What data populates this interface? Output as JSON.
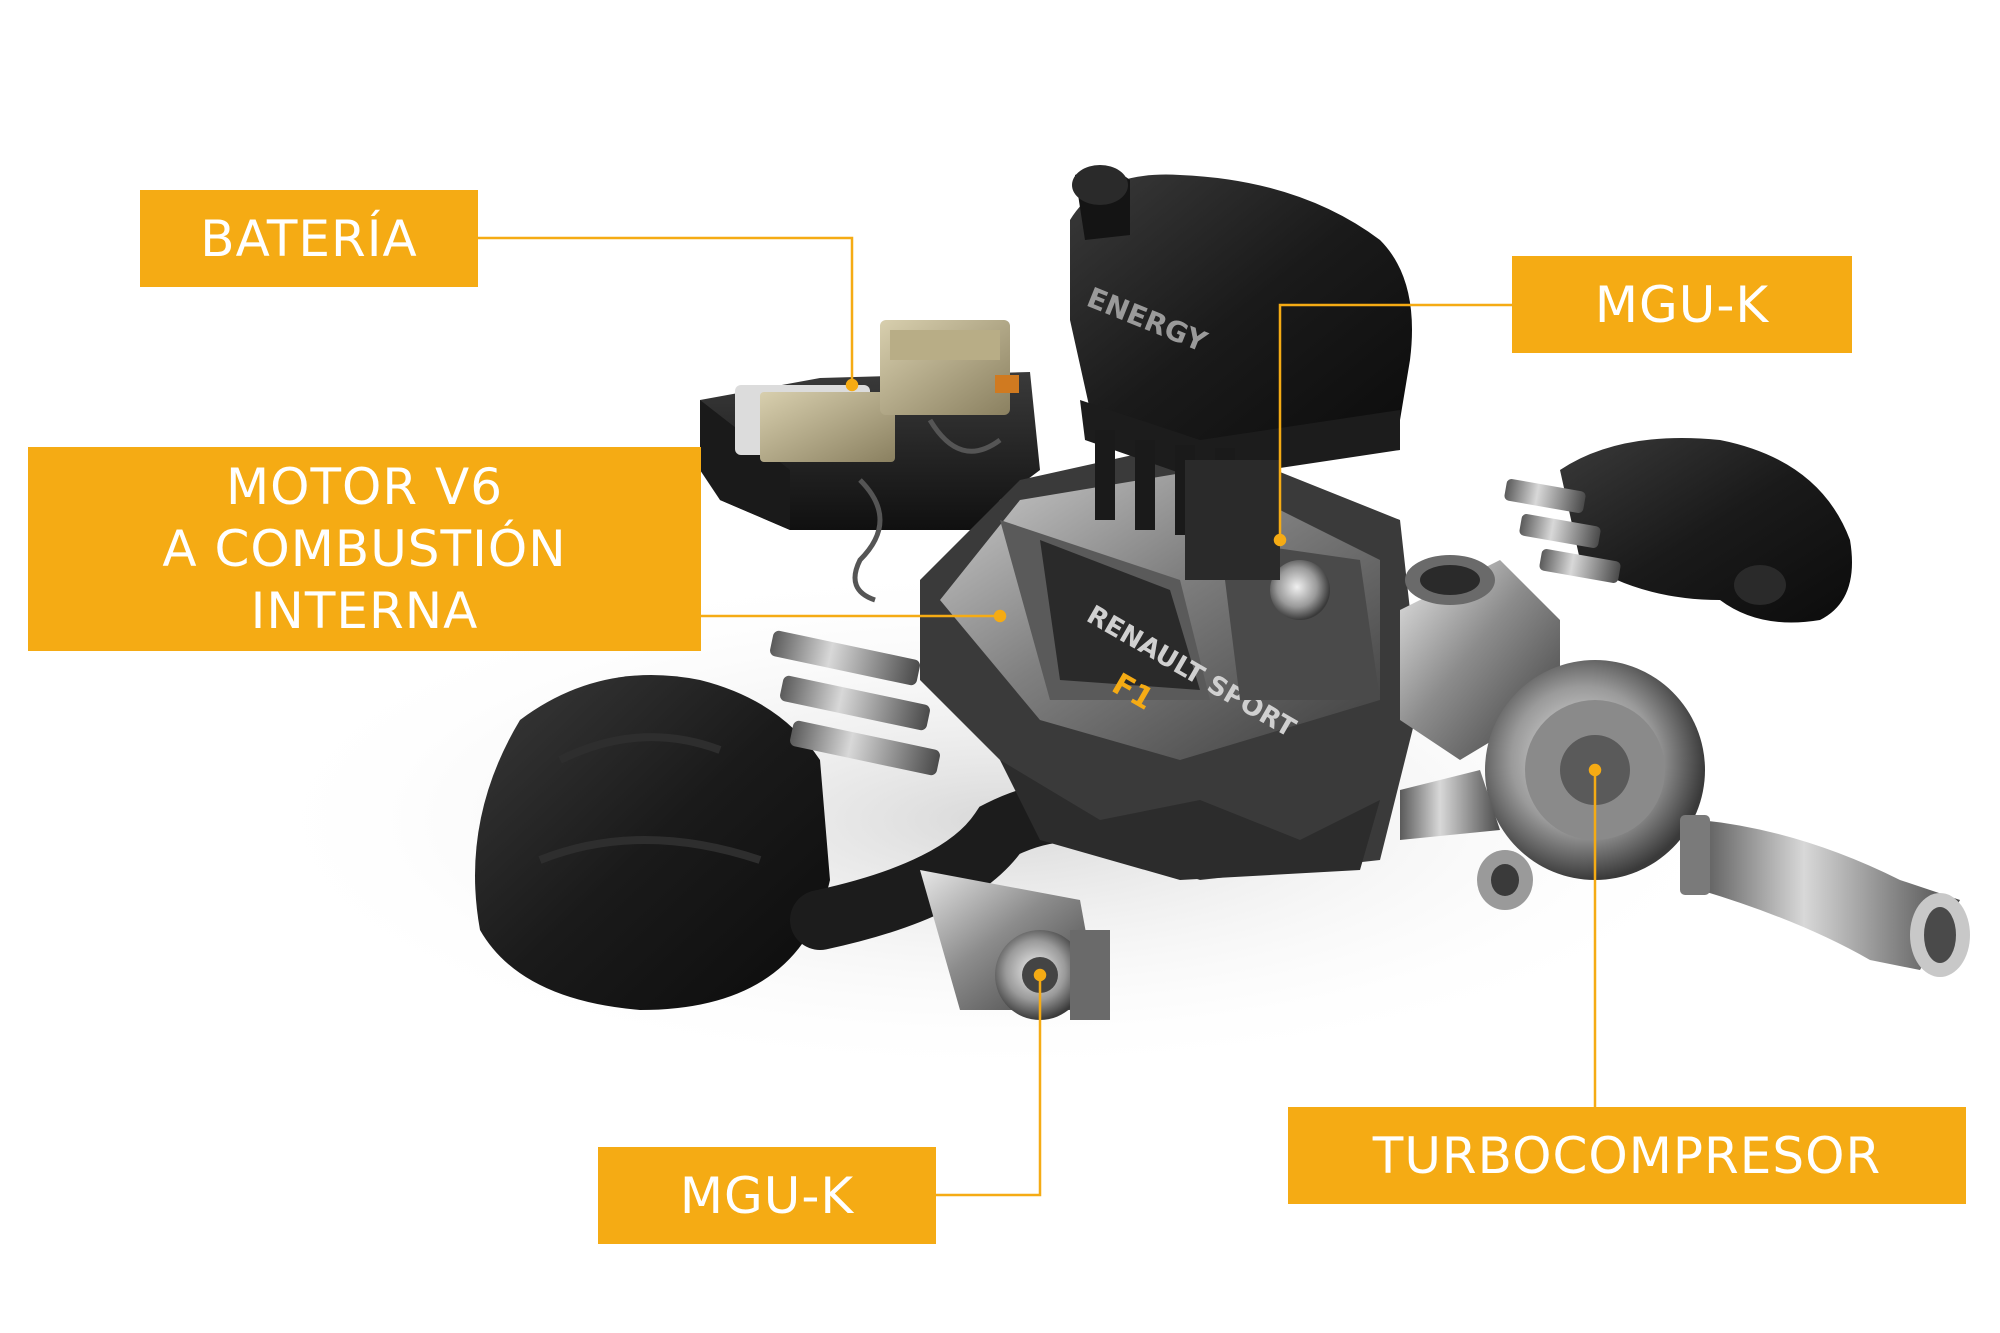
{
  "labels": {
    "bateria": "BATERÍA",
    "motor": "MOTOR V6\nA COMBUSTIÓN\nINTERNA",
    "mguk_top": "MGU-K",
    "mguk_bottom": "MGU-K",
    "turbo": "TURBOCOMPRESOR"
  },
  "engine_text": {
    "airbox": "ENERGY",
    "brand": "RENAULT SPORT",
    "brand_suffix": "F1"
  },
  "colors": {
    "label_bg": "#f5ab14",
    "label_text": "#ffffff",
    "leader_line": "#f5ab14",
    "carbon": "#1e1e1e",
    "metal": "#9a9a9a"
  }
}
